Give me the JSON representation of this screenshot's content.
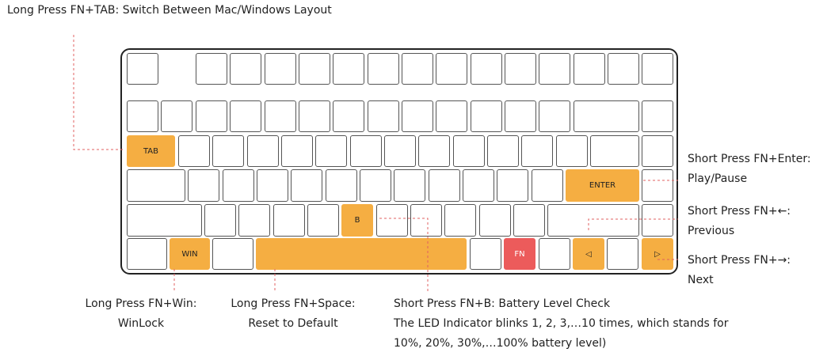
{
  "keys": {
    "tab": "TAB",
    "enter": "ENTER",
    "b": "B",
    "win": "WIN",
    "fn": "FN",
    "left": "◁",
    "right": "▷"
  },
  "labels": {
    "tab": "Long Press FN+TAB: Switch Between Mac/Windows Layout",
    "enter_1": "Short Press FN+Enter:",
    "enter_2": "Play/Pause",
    "left_1": "Short Press FN+←:",
    "left_2": "Previous",
    "right_1": "Short Press FN+→:",
    "right_2": "Next",
    "win_1": "Long Press FN+Win:",
    "win_2": "WinLock",
    "space_1": "Long Press FN+Space:",
    "space_2": "Reset to Default",
    "b_1": "Short Press FN+B: Battery Level Check",
    "b_2": "The LED Indicator blinks 1, 2, 3,…10 times, which stands for",
    "b_3": "10%, 20%, 30%,…100% battery level)"
  },
  "colors": {
    "highlight": "#f5ae42",
    "fn": "#ec5b5b",
    "leader": "#e06060"
  }
}
